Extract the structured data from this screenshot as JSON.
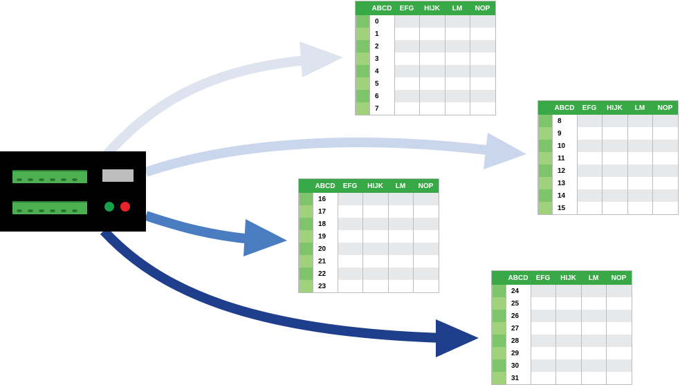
{
  "columns": [
    "ABCD",
    "EFG",
    "HIJK",
    "LM",
    "NOP"
  ],
  "tables": [
    {
      "rows": [
        "0",
        "1",
        "2",
        "3",
        "4",
        "5",
        "6",
        "7"
      ]
    },
    {
      "rows": [
        "8",
        "9",
        "10",
        "11",
        "12",
        "13",
        "14",
        "15"
      ]
    },
    {
      "rows": [
        "16",
        "17",
        "18",
        "19",
        "20",
        "21",
        "22",
        "23"
      ]
    },
    {
      "rows": [
        "24",
        "25",
        "26",
        "27",
        "28",
        "29",
        "30",
        "31"
      ]
    }
  ],
  "colors": {
    "arrow_1": "#dde3ef",
    "arrow_2": "#c9d6ec",
    "arrow_3": "#4a7cc2",
    "arrow_4": "#1f3f8c",
    "header_green": "#39a948"
  }
}
